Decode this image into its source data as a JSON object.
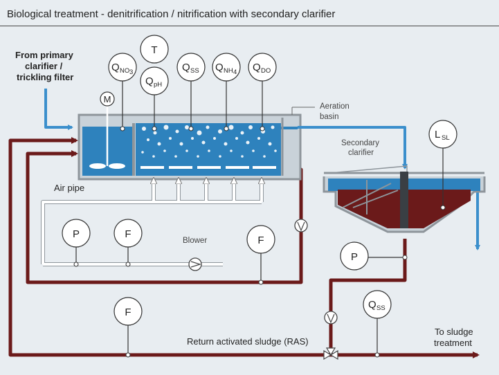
{
  "title": "Biological treatment - denitrification / nitrification with secondary clarifier",
  "labels": {
    "inlet_line1": "From primary",
    "inlet_line2": "clarifier /",
    "inlet_line3": "trickling filter",
    "aeration_line1": "Aeration",
    "aeration_line2": "basin",
    "clarifier_line1": "Secondary",
    "clarifier_line2": "clarifier",
    "air_pipe": "Air pipe",
    "blower": "Blower",
    "ras": "Return activated sludge (RAS)",
    "sludge_line1": "To sludge",
    "sludge_line2": "treatment"
  },
  "instruments": {
    "q_no3": {
      "main": "Q",
      "sub": "NO",
      "sub2": "3"
    },
    "t": {
      "main": "T"
    },
    "q_ph": {
      "main": "Q",
      "sub": "pH"
    },
    "q_ss_top": {
      "main": "Q",
      "sub": "SS"
    },
    "q_nh4": {
      "main": "Q",
      "sub": "NH",
      "sub2": "4"
    },
    "q_do": {
      "main": "Q",
      "sub": "DO"
    },
    "motor": {
      "main": "M"
    },
    "l_sl": {
      "main": "L",
      "sub": "SL"
    },
    "p_air": {
      "main": "P"
    },
    "f_air": {
      "main": "F"
    },
    "f_recycle": {
      "main": "F"
    },
    "p_ras": {
      "main": "P"
    },
    "f_ras": {
      "main": "F"
    },
    "q_ss_ras": {
      "main": "Q",
      "sub": "SS"
    }
  },
  "colors": {
    "background": "#e8edf1",
    "water": "#2e82bd",
    "water_light": "#6fb2dc",
    "sludge": "#6b1a1a",
    "sludge_pipe": "#6b1a1a",
    "tank_wall": "#8e959b",
    "air_pipe": "#ffffff"
  }
}
